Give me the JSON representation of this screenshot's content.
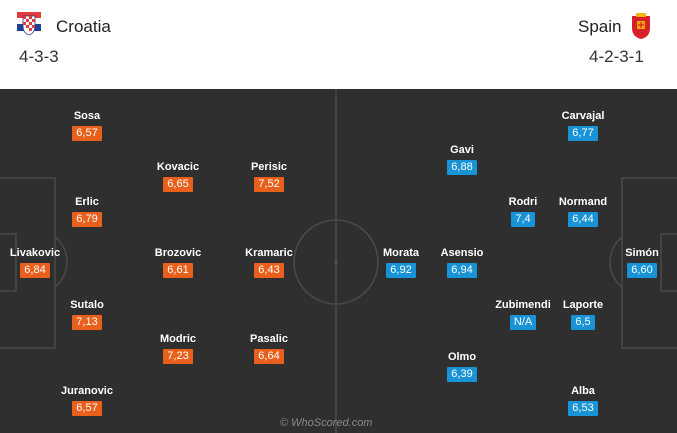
{
  "home": {
    "name": "Croatia",
    "formation": "4-3-3",
    "flag_icon": "croatia-flag-icon",
    "color": "#e8601c",
    "players": [
      {
        "name": "Livakovic",
        "rating": "6,84"
      },
      {
        "name": "Sosa",
        "rating": "6,57"
      },
      {
        "name": "Erlic",
        "rating": "6,79"
      },
      {
        "name": "Sutalo",
        "rating": "7,13"
      },
      {
        "name": "Juranovic",
        "rating": "6,57"
      },
      {
        "name": "Kovacic",
        "rating": "6,65"
      },
      {
        "name": "Brozovic",
        "rating": "6,61"
      },
      {
        "name": "Modric",
        "rating": "7,23"
      },
      {
        "name": "Perisic",
        "rating": "7,52"
      },
      {
        "name": "Kramaric",
        "rating": "6,43"
      },
      {
        "name": "Pasalic",
        "rating": "6,64"
      }
    ]
  },
  "away": {
    "name": "Spain",
    "formation": "4-2-3-1",
    "flag_icon": "spain-crest-icon",
    "color": "#1793d6",
    "players": [
      {
        "name": "Simón",
        "rating": "6,60"
      },
      {
        "name": "Carvajal",
        "rating": "6,77"
      },
      {
        "name": "Normand",
        "rating": "6,44"
      },
      {
        "name": "Laporte",
        "rating": "6,5"
      },
      {
        "name": "Alba",
        "rating": "6,53"
      },
      {
        "name": "Rodri",
        "rating": "7,4"
      },
      {
        "name": "Zubimendi",
        "rating": "N/A"
      },
      {
        "name": "Gavi",
        "rating": "6,88"
      },
      {
        "name": "Asensio",
        "rating": "6,94"
      },
      {
        "name": "Olmo",
        "rating": "6,39"
      },
      {
        "name": "Morata",
        "rating": "6,92"
      }
    ]
  },
  "watermark": "© WhoScored.com"
}
